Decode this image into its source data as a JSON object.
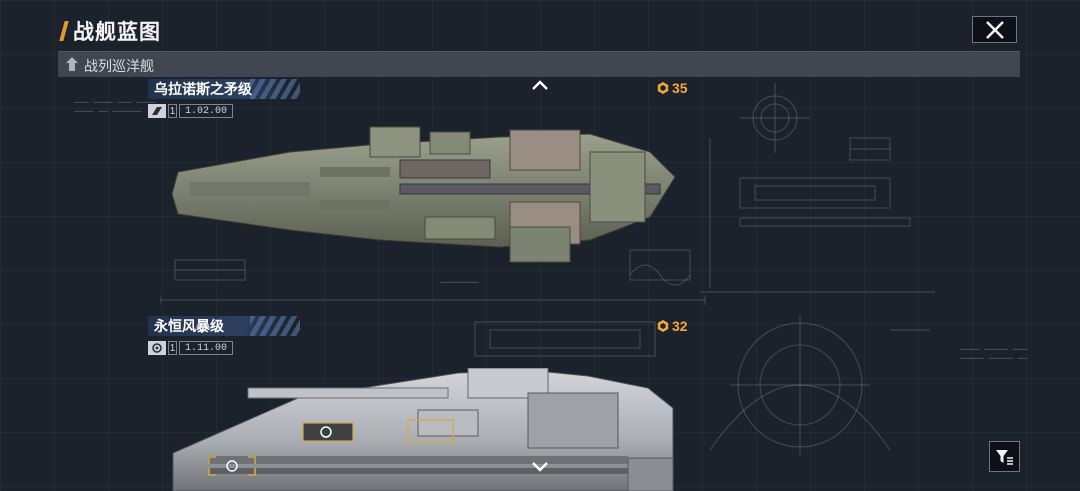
{
  "header": {
    "title": "战舰蓝图",
    "close_icon": "close-icon"
  },
  "category": {
    "icon": "ship-class-icon",
    "label": "战列巡洋舰"
  },
  "ships": [
    {
      "name": "乌拉诺斯之矛级",
      "level": "1",
      "version": "1.02.00",
      "cost": "35",
      "cost_icon": "hex-cost-icon"
    },
    {
      "name": "永恒风暴级",
      "level": "1",
      "version": "1.11.00",
      "cost": "32",
      "cost_icon": "hex-cost-icon"
    }
  ],
  "colors": {
    "accent": "#e39b2a",
    "cost": "#f3a93a",
    "background": "#1c222b",
    "name_plate": "#2d3f60"
  },
  "controls": {
    "scroll_up_icon": "chevron-up-icon",
    "scroll_down_icon": "chevron-down-icon",
    "filter_icon": "filter-icon"
  }
}
